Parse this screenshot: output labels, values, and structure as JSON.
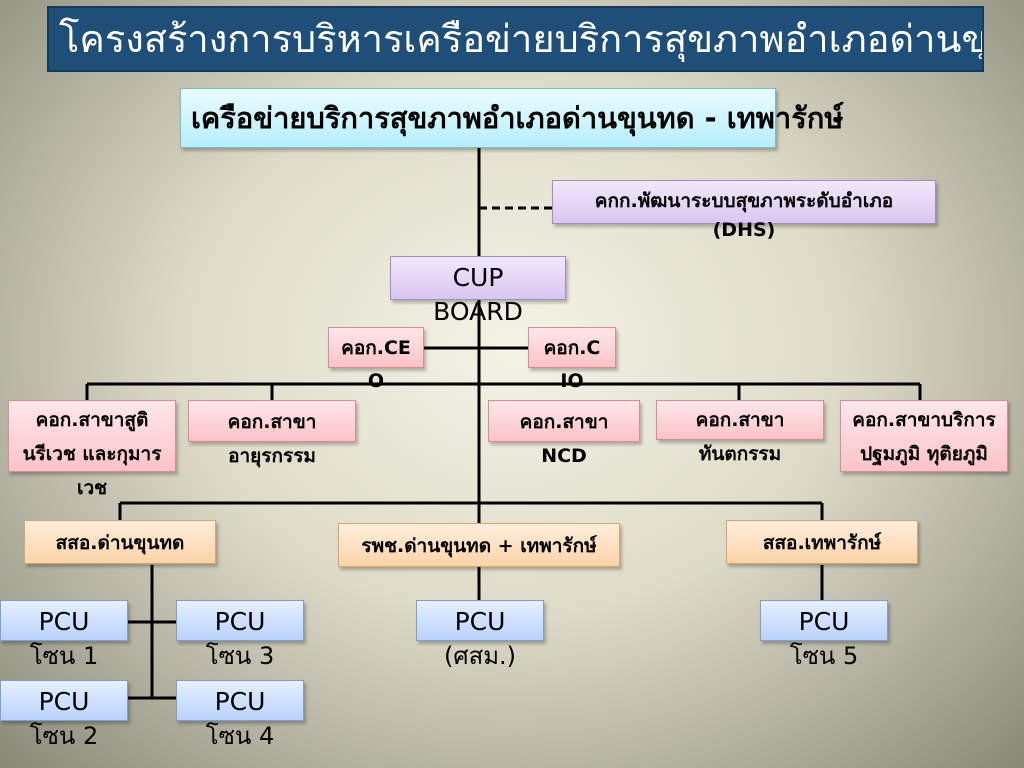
{
  "title": "โครงสร้างการบริหารเครือข่ายบริการสุขภาพอำเภอด่านขุนทด",
  "network": "เครือข่ายบริการสุขภาพอำเภอด่านขุนทด - เทพารักษ์",
  "dhs": "คกก.พัฒนาระบบสุขภาพระดับอำเภอ (DHS)",
  "cup_board": "CUP BOARD",
  "ceo": "คอก.CEO",
  "cio": "คอก.CIO",
  "branches": [
    "คอก.สาขาสูติ นรีเวช และกุมารเวช",
    "คอก.สาขาอายุรกรรม",
    "คอก.สาขา NCD",
    "คอก.สาขาทันตกรรม",
    "คอก.สาขาบริการปฐมภูมิ ทุติยภูมิ"
  ],
  "units": {
    "sso_dan": "สสอ.ด่านขุนทด",
    "hospital": "รพช.ด่านขุนทด + เทพารักษ์",
    "sso_thep": "สสอ.เทพารักษ์"
  },
  "pcus": [
    {
      "label": "PCU",
      "sub": "โซน 1"
    },
    {
      "label": "PCU",
      "sub": "โซน 3"
    },
    {
      "label": "PCU",
      "sub": "(ศสม.)"
    },
    {
      "label": "PCU",
      "sub": "โซน 5"
    },
    {
      "label": "PCU",
      "sub": "โซน 2"
    },
    {
      "label": "PCU",
      "sub": "โซน 4"
    }
  ]
}
